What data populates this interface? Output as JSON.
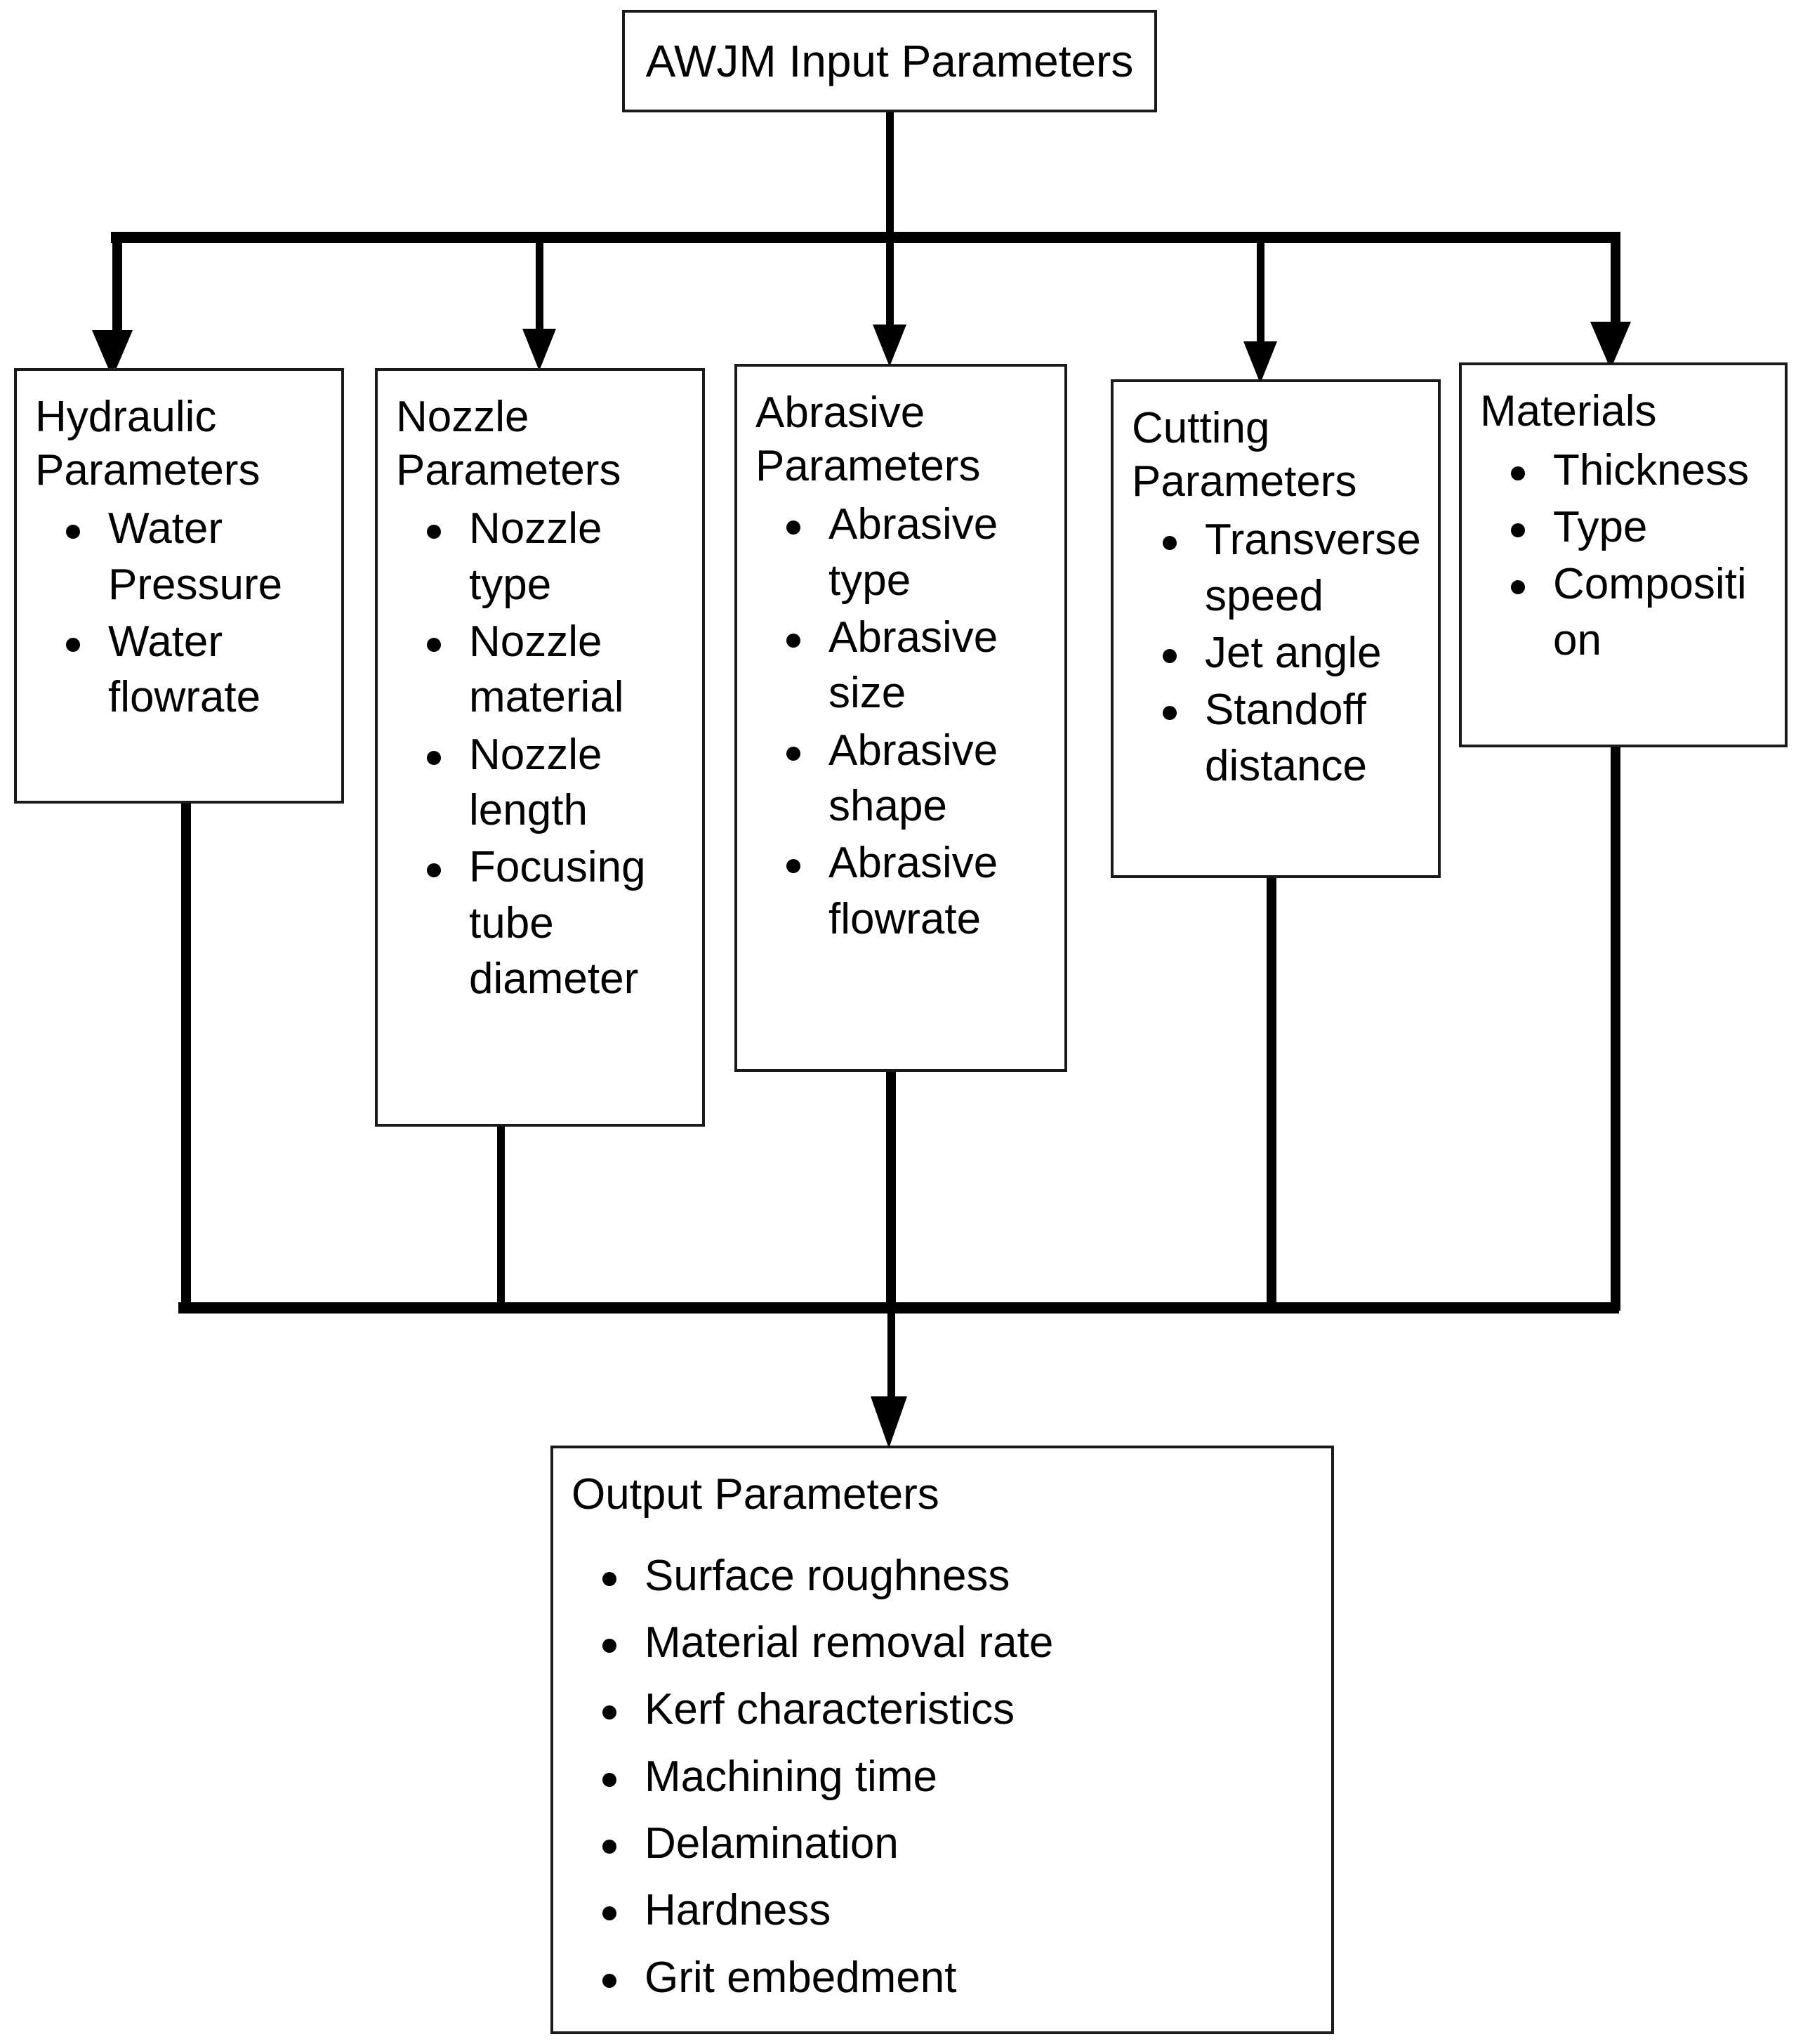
{
  "diagram": {
    "title": "AWJM Input Parameters flowchart",
    "line_color": "#000000",
    "box_border_color": "#1a1a1a",
    "background_color": "#ffffff"
  },
  "root": {
    "label": "AWJM Input Parameters"
  },
  "branches": [
    {
      "id": "hydraulic",
      "title": "Hydraulic\nParameters",
      "items": [
        "Water Pressure",
        "Water flowrate"
      ]
    },
    {
      "id": "nozzle",
      "title": "Nozzle\nParameters",
      "items": [
        "Nozzle type",
        "Nozzle material",
        "Nozzle length",
        "Focusing tube diameter"
      ]
    },
    {
      "id": "abrasive",
      "title": "Abrasive\nParameters",
      "items": [
        "Abrasive type",
        "Abrasive size",
        "Abrasive shape",
        "Abrasive flowrate"
      ]
    },
    {
      "id": "cutting",
      "title": "Cutting\nParameters",
      "items": [
        "Transverse speed",
        "Jet angle",
        "Standoff distance"
      ]
    },
    {
      "id": "materials",
      "title": "Materials",
      "items": [
        "Thickness",
        "Type",
        "Compositi on"
      ]
    }
  ],
  "output": {
    "title": "Output Parameters",
    "items": [
      "Surface roughness",
      "Material removal rate",
      "Kerf characteristics",
      "Machining time",
      "Delamination",
      "Hardness",
      "Grit embedment"
    ]
  }
}
